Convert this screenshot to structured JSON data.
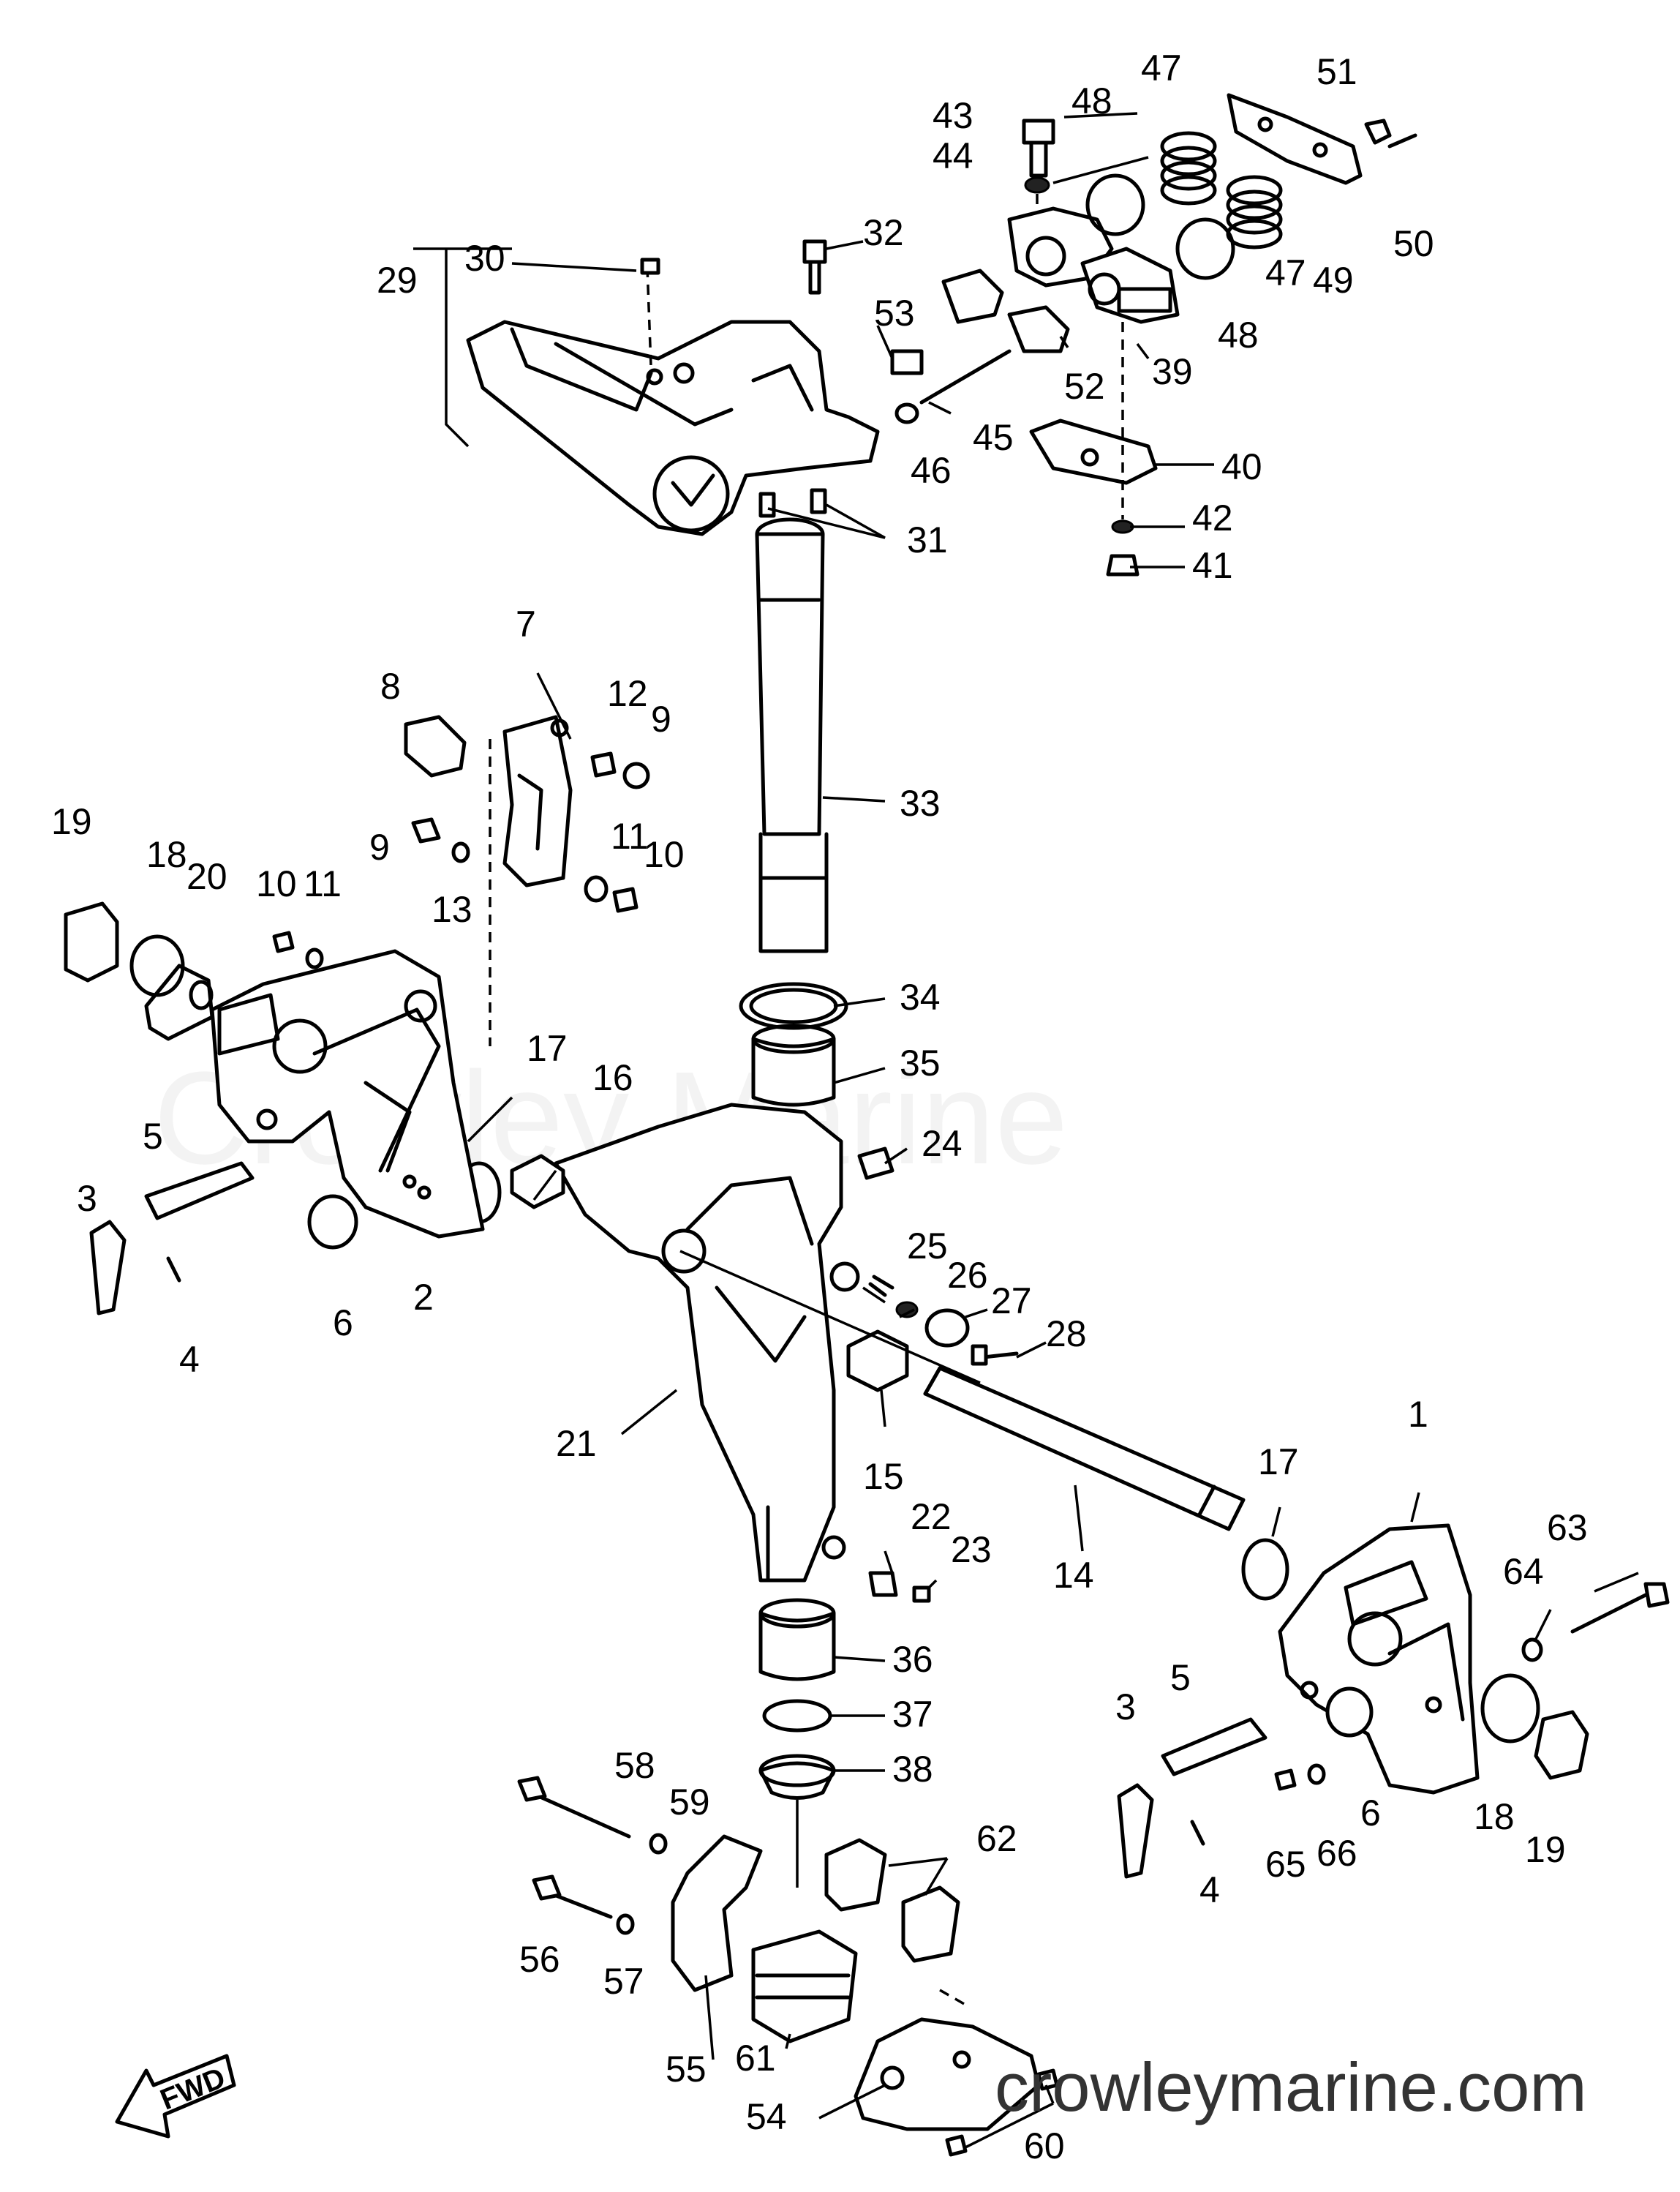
{
  "watermark": "Crowley Marine",
  "website": "crowleymarine.com",
  "direction_label": "FWD",
  "callouts": [
    "1",
    "2",
    "3",
    "4",
    "5",
    "6",
    "7",
    "8",
    "9",
    "10",
    "11",
    "12",
    "13",
    "14",
    "15",
    "16",
    "17",
    "18",
    "19",
    "20",
    "21",
    "22",
    "23",
    "24",
    "25",
    "26",
    "27",
    "28",
    "29",
    "30",
    "31",
    "32",
    "33",
    "34",
    "35",
    "36",
    "37",
    "38",
    "39",
    "40",
    "41",
    "42",
    "43",
    "44",
    "45",
    "46",
    "47",
    "48",
    "49",
    "50",
    "51",
    "52",
    "53",
    "54",
    "55",
    "56",
    "57",
    "58",
    "59",
    "60",
    "61",
    "62",
    "63",
    "64",
    "65",
    "66"
  ]
}
